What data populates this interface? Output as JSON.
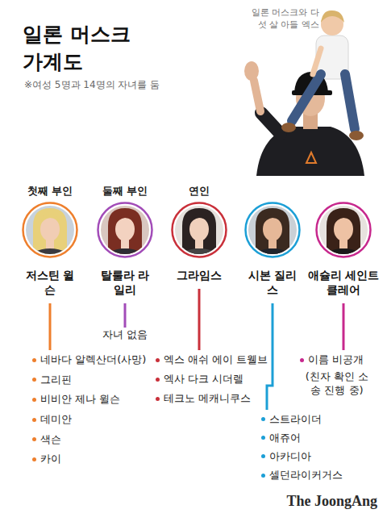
{
  "diagram": {
    "title": "일론 머스크 가계도",
    "nodes": [
      {
        "text": [
          "첫째 부인",
          "저스틴 윌슨"
        ]
      },
      {
        "text": [
          "둘째 부인",
          "탈룰라 라일리"
        ]
      },
      {
        "text": [
          "연인",
          "그라임스"
        ]
      },
      {
        "text": [
          "시본 질리스"
        ]
      },
      {
        "text": [
          "애슐리 세인트 클레어"
        ]
      },
      {
        "text": [
          "네바다 알렉산더(사망)",
          "그리핀",
          "비비안 제나 윌슨",
          "데미안",
          "색슨",
          "카이"
        ]
      },
      {
        "text": [
          "자녀 없음"
        ]
      },
      {
        "text": [
          "엑스 애쉬 에이 트웰브",
          "엑사 다크 시더렐",
          "테크노 메캐니쿠스"
        ]
      },
      {
        "text": [
          "스트라이더",
          "애쥬어",
          "아카디아",
          "셀던라이커거스"
        ]
      },
      {
        "text": [
          "이름 비공개",
          "(친자 확인 소송 진행 중)"
        ]
      }
    ],
    "edges": [
      {
        "from": 0,
        "to": 5,
        "arrow": "none"
      },
      {
        "from": 1,
        "to": 6,
        "arrow": "none"
      },
      {
        "from": 2,
        "to": 7,
        "arrow": "none"
      },
      {
        "from": 3,
        "to": 8,
        "arrow": "none"
      },
      {
        "from": 4,
        "to": 9,
        "arrow": "none"
      }
    ],
    "labels": [
      "※여성 5명과 14명의 자녀를 둠",
      "일론 머스크와 다섯 살 아들 엑스",
      "The JoongAng"
    ]
  }
}
